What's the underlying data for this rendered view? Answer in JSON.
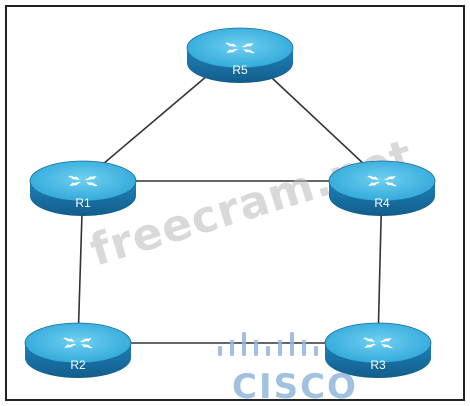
{
  "routers": [
    {
      "id": "r5",
      "label": "R5"
    },
    {
      "id": "r1",
      "label": "R1"
    },
    {
      "id": "r4",
      "label": "R4"
    },
    {
      "id": "r2",
      "label": "R2"
    },
    {
      "id": "r3",
      "label": "R3"
    }
  ],
  "links": [
    [
      "r5",
      "r1"
    ],
    [
      "r5",
      "r4"
    ],
    [
      "r1",
      "r4"
    ],
    [
      "r1",
      "r2"
    ],
    [
      "r4",
      "r3"
    ],
    [
      "r2",
      "r3"
    ]
  ],
  "watermark": "freecram.net",
  "brand_logo": "CISCO",
  "colors": {
    "router_top": "#3fb7e6",
    "router_side": "#1c78ad",
    "link": "#333333",
    "frame": "#222222"
  }
}
